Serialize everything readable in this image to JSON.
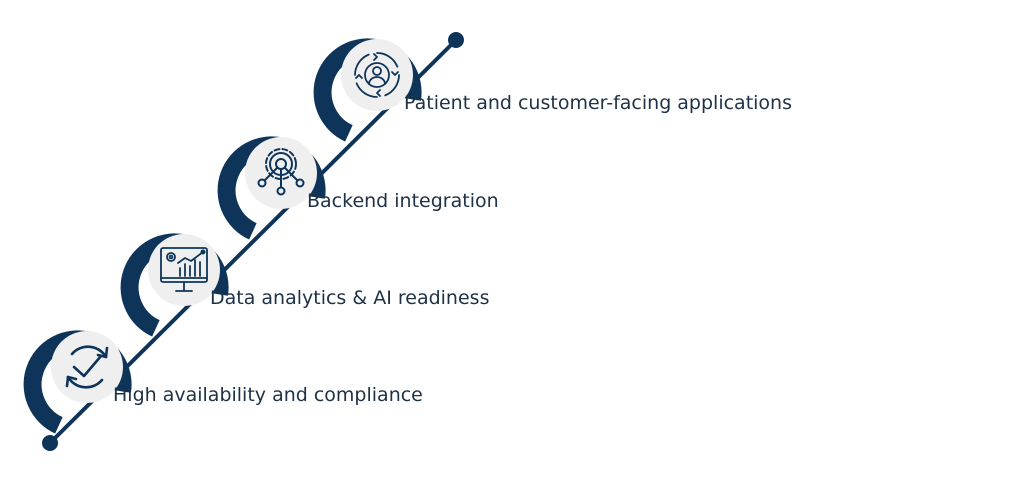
{
  "colors": {
    "navy": "#0e3559",
    "circle_fill": "#efeff0",
    "icon_stroke": "#0e3559",
    "text": "#1f3145"
  },
  "steps": [
    {
      "label": "High availability and compliance",
      "icon": "refresh-check-icon"
    },
    {
      "label": "Data analytics & AI readiness",
      "icon": "analytics-monitor-icon"
    },
    {
      "label": "Backend integration",
      "icon": "gear-network-icon"
    },
    {
      "label": "Patient and customer-facing applications",
      "icon": "user-cycle-icon"
    }
  ]
}
